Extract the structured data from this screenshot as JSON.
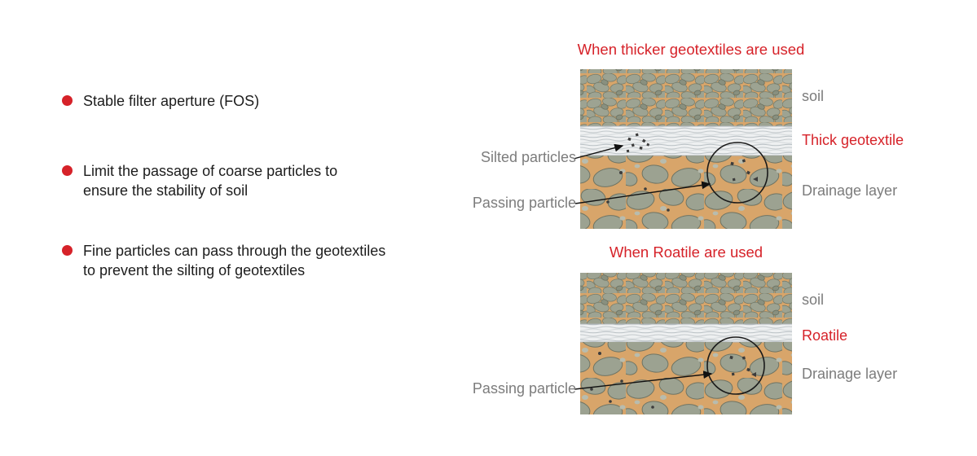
{
  "colors": {
    "accent_red": "#d62229",
    "muted_label_gray": "#7c7c7c",
    "soil_tan": "#d8a56a",
    "stone_gray": "#9da392",
    "geotextile_white": "#eef0f1"
  },
  "bullets": [
    {
      "lines": [
        "Stable filter aperture (FOS)"
      ]
    },
    {
      "lines": [
        "Limit the passage of coarse particles to",
        "ensure the stability of soil"
      ]
    },
    {
      "lines": [
        "Fine particles can pass through the  geotextiles",
        "to prevent the silting of geotextiles"
      ]
    }
  ],
  "figures": [
    {
      "title": "When thicker geotextiles are used",
      "labels_left": [
        {
          "text": "Silted particles"
        },
        {
          "text": "Passing particle"
        }
      ],
      "labels_right": [
        {
          "text": "soil"
        },
        {
          "text": "Thick geotextile"
        },
        {
          "text": "Drainage layer"
        }
      ]
    },
    {
      "title": "When Roatile are used",
      "labels_left": [
        {
          "text": "Passing particle"
        }
      ],
      "labels_right": [
        {
          "text": "soil"
        },
        {
          "text": "Roatile"
        },
        {
          "text": "Drainage layer"
        }
      ]
    }
  ]
}
